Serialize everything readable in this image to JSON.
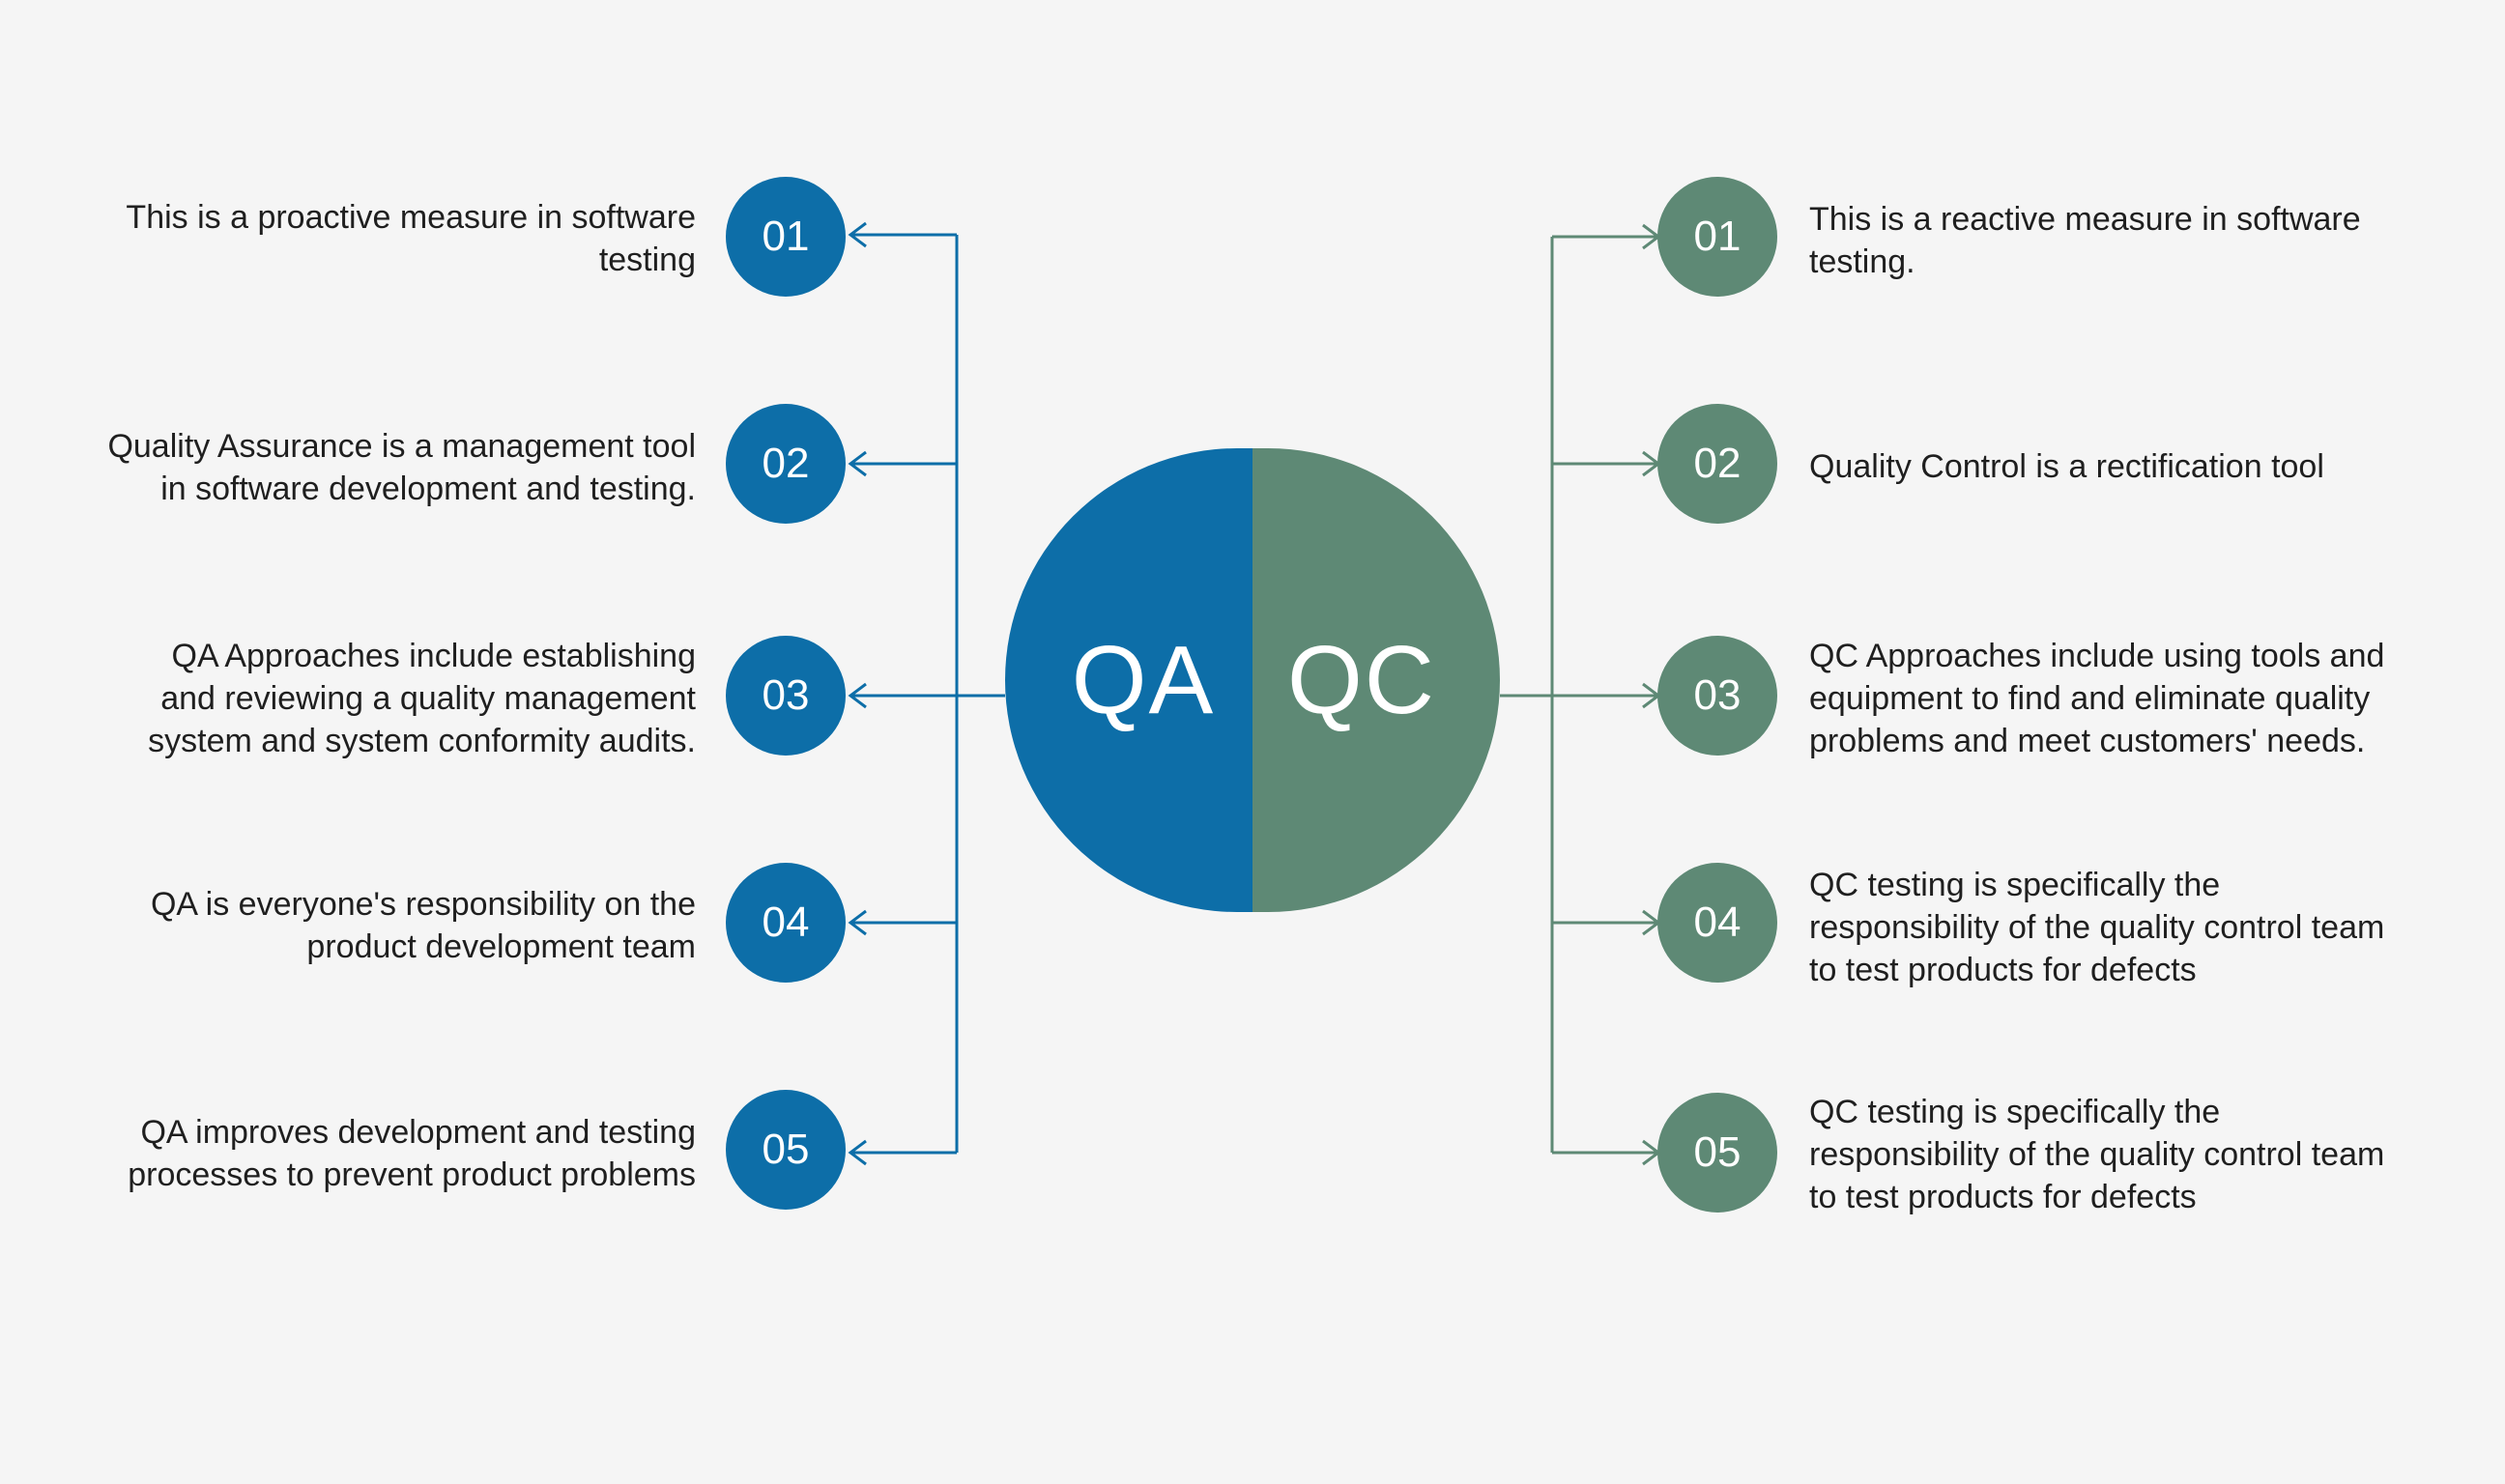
{
  "colors": {
    "qa": "#0d6ea8",
    "qc": "#5e8975",
    "background": "#f5f5f5",
    "text": "#1f1f1f"
  },
  "center": {
    "qa_label": "QA",
    "qc_label": "QC"
  },
  "qa_items": [
    {
      "number": "01",
      "text": "This is a proactive measure in software\ntesting"
    },
    {
      "number": "02",
      "text": "Quality Assurance is a management tool\nin software development and testing."
    },
    {
      "number": "03",
      "text": "QA Approaches include establishing\nand reviewing a quality management\nsystem and system conformity audits."
    },
    {
      "number": "04",
      "text": "QA is everyone's responsibility on the\nproduct development team"
    },
    {
      "number": "05",
      "text": "QA improves development and testing\nprocesses to prevent product problems"
    }
  ],
  "qc_items": [
    {
      "number": "01",
      "text": "This is a reactive measure in software\ntesting."
    },
    {
      "number": "02",
      "text": "Quality Control is a rectification tool"
    },
    {
      "number": "03",
      "text": "QC Approaches include using tools and\nequipment to find and eliminate quality\nproblems and meet customers' needs."
    },
    {
      "number": "04",
      "text": "QC testing is specifically the\nresponsibility of the quality control team\nto test products for defects"
    },
    {
      "number": "05",
      "text": "QC testing is specifically the\nresponsibility of the quality control team\nto test products for defects"
    }
  ]
}
